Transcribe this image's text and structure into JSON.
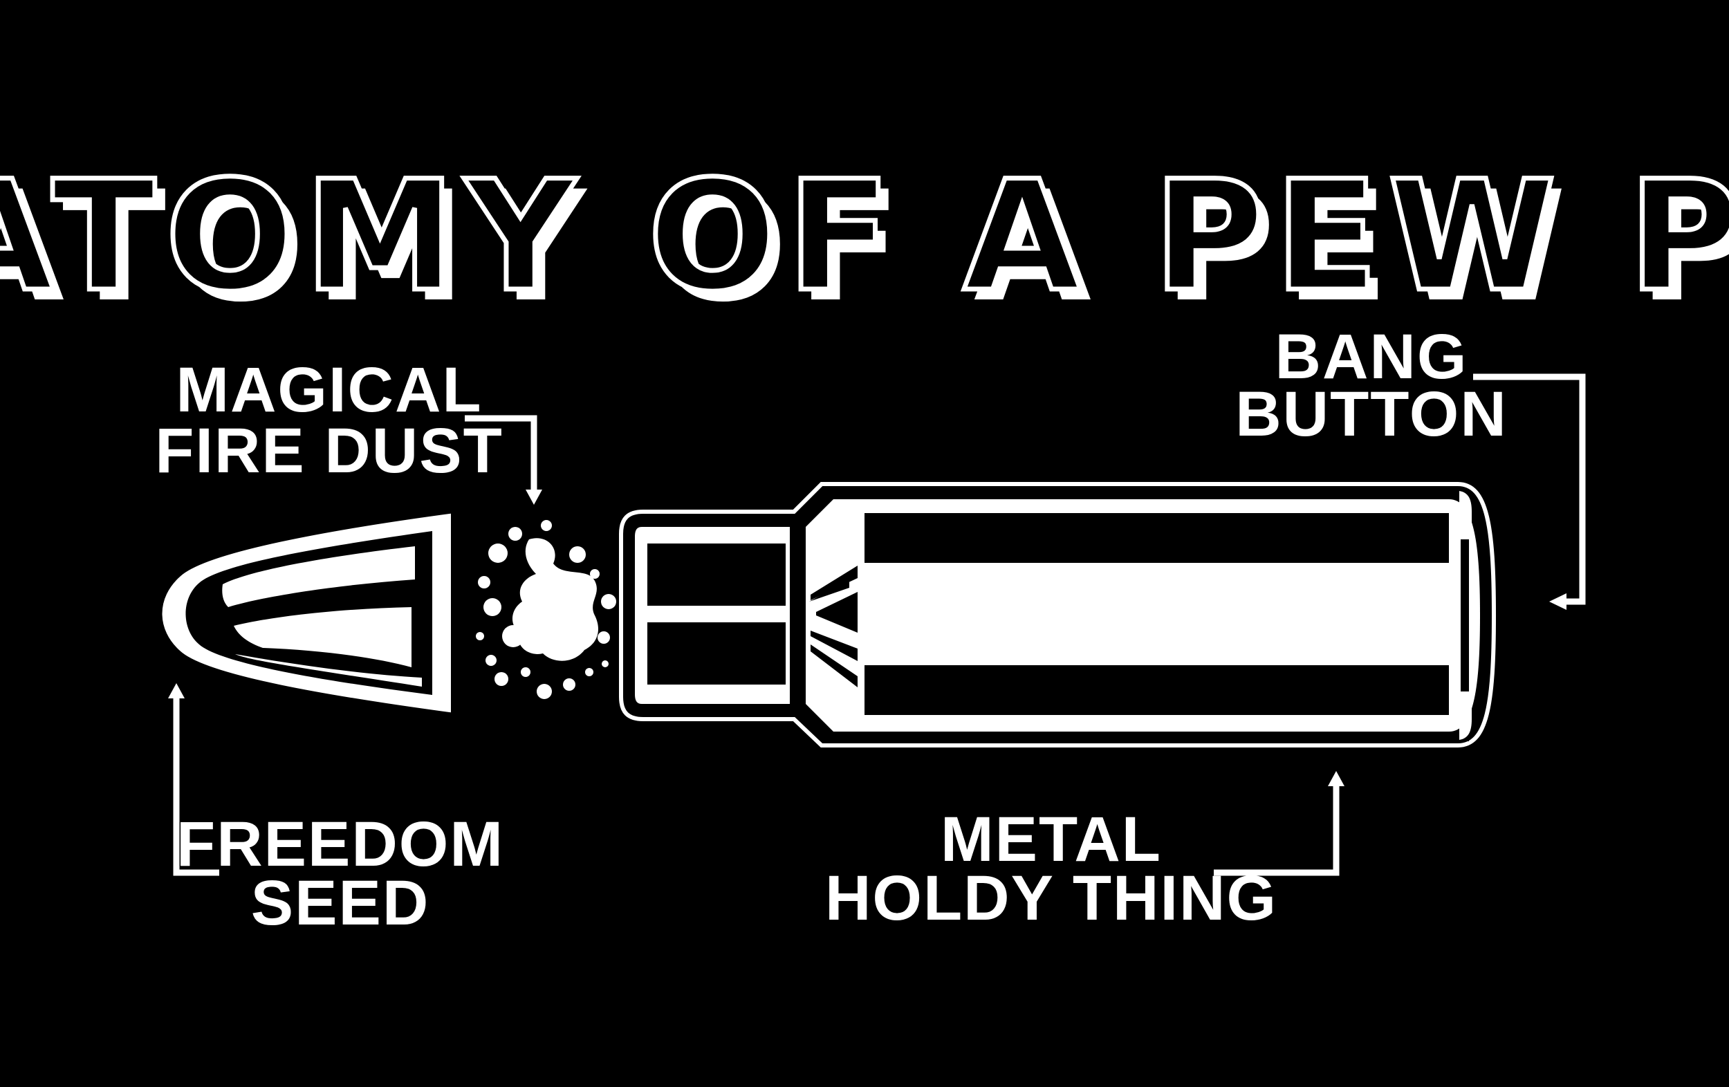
{
  "title": "ANATOMY OF A PEW PEW",
  "labels": {
    "magical_fire_dust": {
      "line1": "MAGICAL",
      "line2": "FIRE DUST"
    },
    "bang_button": {
      "line1": "BANG",
      "line2": "BUTTON"
    },
    "freedom_seed": {
      "line1": "FREEDOM",
      "line2": "SEED"
    },
    "metal_holdy_thing": {
      "line1": "METAL",
      "line2": "HOLDY THING"
    }
  },
  "colors": {
    "background": "#000000",
    "foreground": "#ffffff"
  }
}
